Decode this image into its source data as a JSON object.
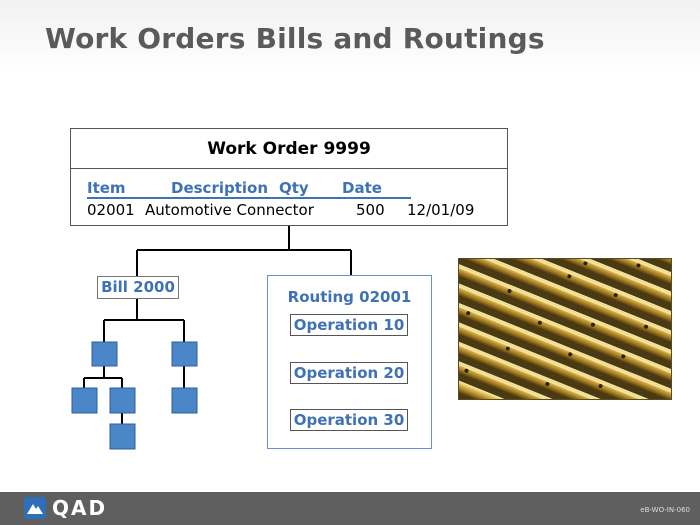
{
  "slide": {
    "title": "Work Orders Bills and Routings"
  },
  "work_order": {
    "title": "Work Order 9999",
    "headers": {
      "item": "Item",
      "description": "Description",
      "qty": "Qty",
      "date": "Date"
    },
    "values": {
      "item": "02001",
      "description": "Automotive Connector",
      "qty": "500",
      "date": "12/01/09"
    }
  },
  "bill": {
    "label": "Bill 2000"
  },
  "routing": {
    "title": "Routing 02001",
    "operations": [
      "Operation 10",
      "Operation 20",
      "Operation 30"
    ]
  },
  "photo": {
    "subject": "gold-connector-pins"
  },
  "footer": {
    "logo": "QAD",
    "code": "eB-WO-IN-060"
  },
  "colors": {
    "accent_blue": "#3f72b5",
    "node_blue": "#4a86c8",
    "footer_bg": "#5f5f5f"
  }
}
